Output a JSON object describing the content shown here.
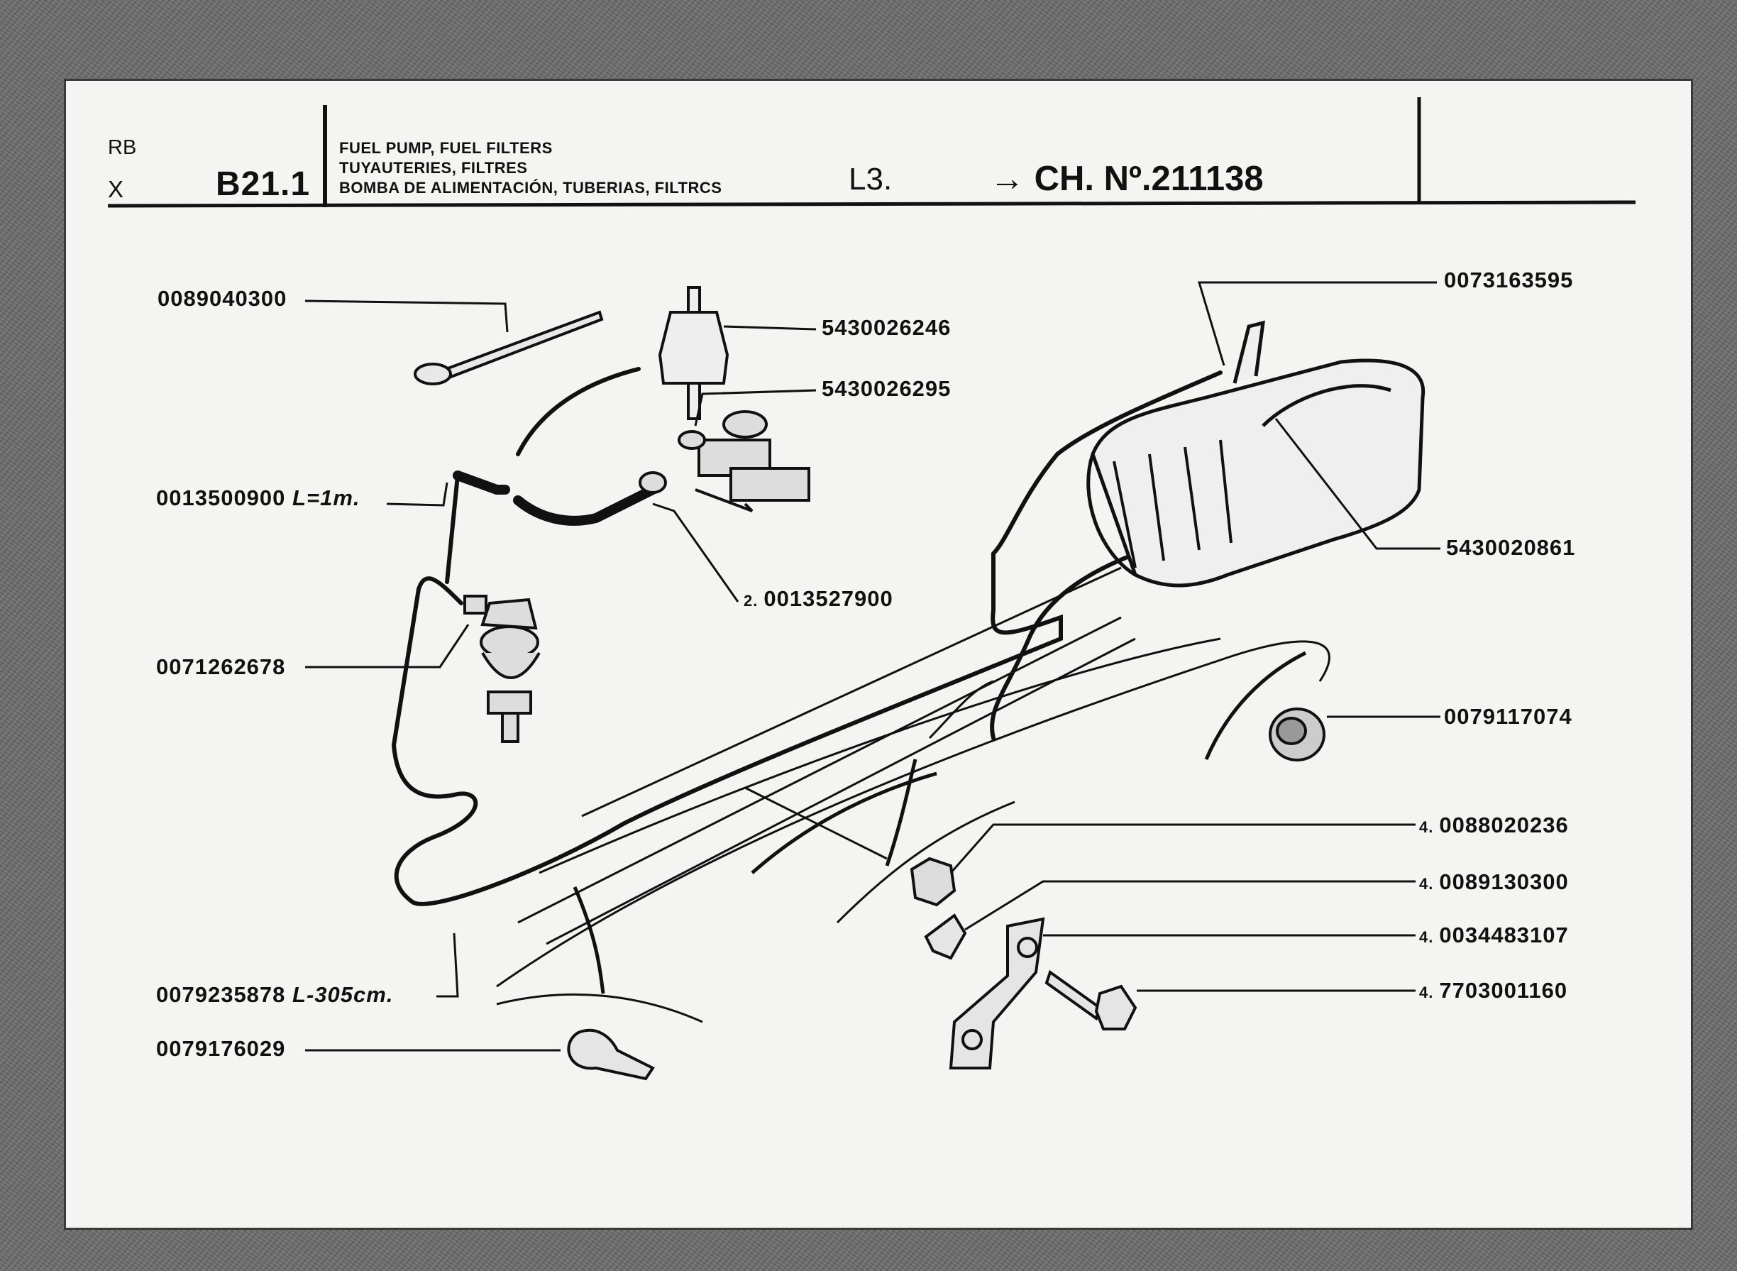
{
  "header": {
    "code_rb": "RB",
    "code_x": "X",
    "section": "B21.1",
    "title_lines": [
      "FUEL PUMP, FUEL FILTERS",
      "TUYAUTERIES, FILTRES",
      "BOMBA DE ALIMENTACIÓN, TUBERIAS, FILTRCS"
    ],
    "variant": "L3.",
    "chassis": "→ CH. Nº.211138"
  },
  "parts": [
    {
      "number": "0089040300"
    },
    {
      "number": "5430026246"
    },
    {
      "number": "5430026295"
    },
    {
      "number": "0013500900",
      "length": "L=1m."
    },
    {
      "number": "0013527900",
      "qty": "2."
    },
    {
      "number": "0071262678"
    },
    {
      "number": "0079235878",
      "length": "L-305cm."
    },
    {
      "number": "0079176029"
    },
    {
      "number": "0073163595"
    },
    {
      "number": "5430020861"
    },
    {
      "number": "0079117074"
    },
    {
      "number": "0088020236",
      "qty": "4."
    },
    {
      "number": "0089130300",
      "qty": "4."
    },
    {
      "number": "0034483107",
      "qty": "4."
    },
    {
      "number": "7703001160",
      "qty": "4."
    }
  ]
}
